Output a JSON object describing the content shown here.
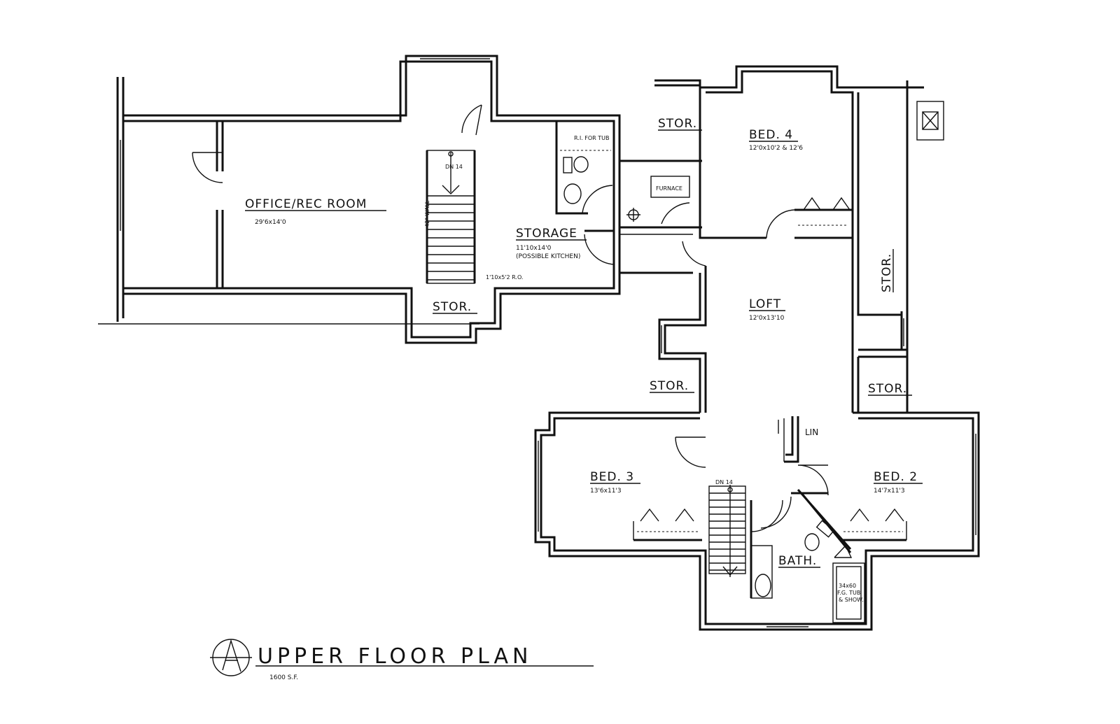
{
  "plan": {
    "title": "UPPER FLOOR PLAN",
    "area": "1600 S.F."
  },
  "rooms": {
    "office": {
      "name": "OFFICE/REC ROOM",
      "dims": "29'6x14'0"
    },
    "storage": {
      "name": "STORAGE",
      "dims": "11'10x14'0",
      "note": "(POSSIBLE KITCHEN)"
    },
    "bed4": {
      "name": "BED. 4",
      "dims": "12'0x10'2 & 12'6"
    },
    "loft": {
      "name": "LOFT",
      "dims": "12'0x13'10"
    },
    "bed3": {
      "name": "BED. 3",
      "dims": "13'6x11'3"
    },
    "bed2": {
      "name": "BED. 2",
      "dims": "14'7x11'3"
    },
    "bath": {
      "name": "BATH."
    },
    "lin": {
      "name": "LIN"
    },
    "stor_upper_left": {
      "name": "STOR."
    },
    "stor_top": {
      "name": "STOR."
    },
    "stor_right_vertical": {
      "name": "STOR."
    },
    "stor_mid_left": {
      "name": "STOR."
    },
    "stor_mid_right": {
      "name": "STOR."
    }
  },
  "labels": {
    "stair_upper": "DN 14",
    "stair_lower": "DN 14",
    "wall_note": "42\" WALL",
    "ro_note": "1'10x5'2 R.O.",
    "tub_note": "R.I. FOR TUB",
    "furnace": "FURNACE",
    "tub_line1": "34x60",
    "tub_line2": "F.G. TUB",
    "tub_line3": "& SHOW."
  }
}
